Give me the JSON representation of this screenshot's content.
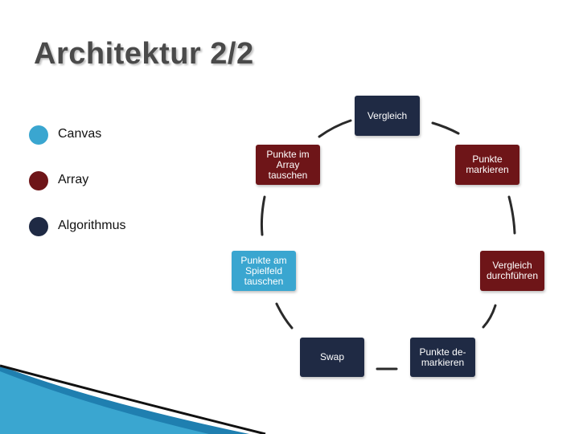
{
  "slide": {
    "title": "Architektur 2/2"
  },
  "legend": [
    {
      "label": "Canvas",
      "color": "#3aa6d0"
    },
    {
      "label": "Array",
      "color": "#6e1518"
    },
    {
      "label": "Algorithmus",
      "color": "#1f2a44"
    }
  ],
  "cycle": {
    "nodes": [
      {
        "id": "vergleich",
        "label": "Vergleich",
        "category": "Algorithmus"
      },
      {
        "id": "punkte-markieren",
        "label": "Punkte markieren",
        "category": "Array"
      },
      {
        "id": "vergleich-durchfuehren",
        "label": "Vergleich durchführen",
        "category": "Array"
      },
      {
        "id": "punkte-demarkieren",
        "label": "Punkte de-markieren",
        "category": "Algorithmus"
      },
      {
        "id": "swap",
        "label": "Swap",
        "category": "Algorithmus"
      },
      {
        "id": "punkte-am-spielfeld-tauschen",
        "label": "Punkte am Spielfeld tauschen",
        "category": "Canvas"
      },
      {
        "id": "punkte-im-array-tauschen",
        "label": "Punkte im Array tauschen",
        "category": "Array"
      }
    ]
  }
}
